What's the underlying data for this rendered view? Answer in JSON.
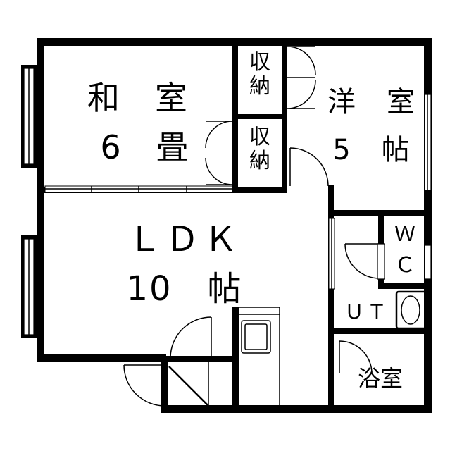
{
  "rooms": {
    "washitsu": {
      "name": "和　室",
      "size": "6　畳"
    },
    "youshitsu": {
      "name": "洋　室",
      "size": "5　帖"
    },
    "ldk": {
      "name": "ＬＤＫ",
      "size": "10　帖"
    },
    "closet_upper": {
      "label": "収納"
    },
    "closet_lower": {
      "label": "収納"
    },
    "wc": {
      "label": "ＷＣ"
    },
    "utility": {
      "label": "ＵＴ"
    },
    "bath": {
      "label": "浴室"
    }
  }
}
